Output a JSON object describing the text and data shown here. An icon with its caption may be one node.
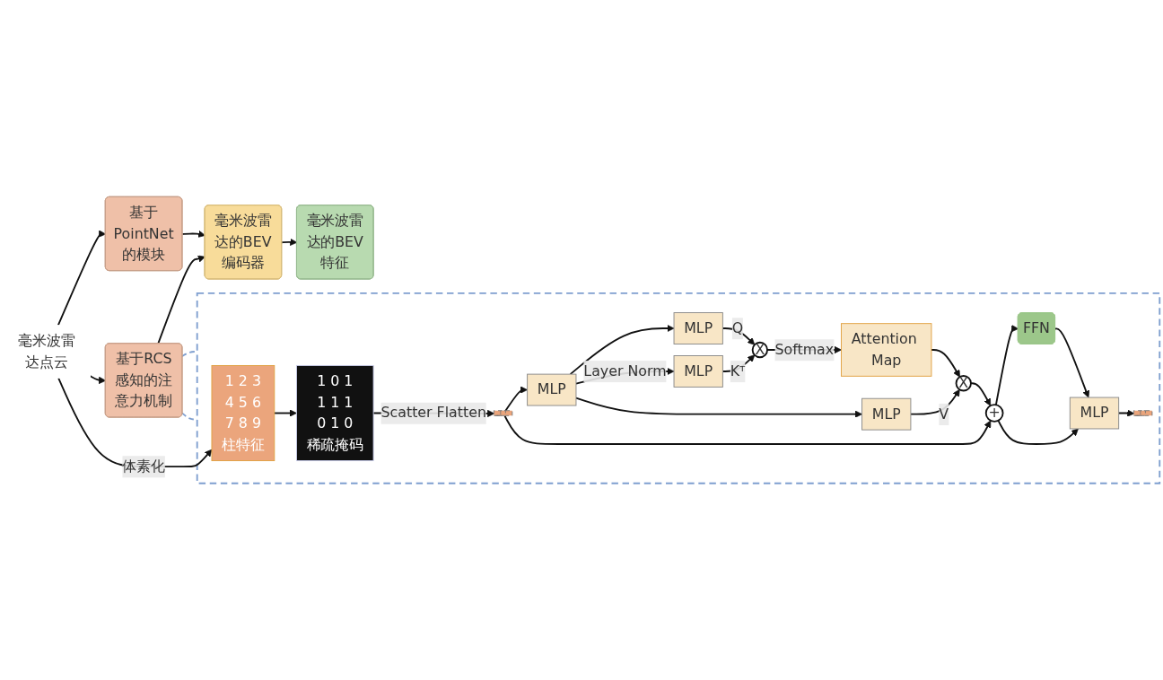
{
  "diagram": {
    "nodes": [
      {
        "text": [
          "毫米波雷达点云"
        ]
      },
      {
        "text": [
          "基于PointNet的模块"
        ]
      },
      {
        "text": [
          "基于RCS感知的注意力机制"
        ]
      },
      {
        "text": [
          "毫米波雷达的BEV编码器"
        ]
      },
      {
        "text": [
          "毫米波雷达的BEV特征"
        ]
      },
      {
        "text": [],
        "shape": "box"
      },
      {
        "text": [
          "1",
          "2",
          "3",
          "4",
          "5",
          "6",
          "7",
          "8",
          "9",
          "柱特征"
        ],
        "in": 5
      },
      {
        "text": [
          "1",
          "0",
          "1",
          "1",
          "1",
          "1",
          "0",
          "1",
          "0",
          "稀疏掩码"
        ],
        "in": 5
      },
      {
        "text": [],
        "shape": "bar",
        "in": 5
      },
      {
        "text": [
          "MLP"
        ],
        "in": 5
      },
      {
        "text": [
          "MLP"
        ],
        "in": 5
      },
      {
        "text": [
          "MLP"
        ],
        "in": 5
      },
      {
        "text": [
          "MLP"
        ],
        "in": 5
      },
      {
        "text": [
          "X"
        ],
        "in": 5
      },
      {
        "text": [
          "X"
        ],
        "in": 5
      },
      {
        "text": [
          "+"
        ],
        "in": 5
      },
      {
        "text": [
          "Attention Map"
        ],
        "in": 5
      },
      {
        "text": [
          "FFN"
        ],
        "in": 5
      },
      {
        "text": [
          "MLP"
        ],
        "in": 5
      },
      {
        "text": [],
        "shape": "bar",
        "in": 5
      }
    ],
    "edges": [
      {
        "from": 0,
        "to": 1,
        "arrow": "to"
      },
      {
        "from": 0,
        "to": 2,
        "arrow": "to"
      },
      {
        "from": 1,
        "to": 3,
        "arrow": "to"
      },
      {
        "from": 2,
        "to": 3,
        "arrow": "to"
      },
      {
        "from": 3,
        "to": 4,
        "arrow": "to"
      },
      {
        "from": 0,
        "to": 6,
        "arrow": "to",
        "label": "体素化"
      },
      {
        "from": 2,
        "to": 5,
        "arrow": "none",
        "style": "dashed",
        "color": "#7f9fcf"
      },
      {
        "from": 2,
        "to": 5,
        "arrow": "none",
        "style": "dashed",
        "color": "#7f9fcf"
      },
      {
        "from": 6,
        "to": 7,
        "arrow": "to"
      },
      {
        "from": 7,
        "to": 8,
        "arrow": "to",
        "label": "Scatter Flatten"
      },
      {
        "from": 8,
        "to": 9,
        "arrow": "to"
      },
      {
        "from": 8,
        "to": 15,
        "arrow": "to"
      },
      {
        "from": 9,
        "to": 10,
        "arrow": "to"
      },
      {
        "from": 9,
        "to": 11,
        "arrow": "to",
        "label": "Layer Norm"
      },
      {
        "from": 9,
        "to": 12,
        "arrow": "to"
      },
      {
        "from": 10,
        "to": 13,
        "arrow": "to",
        "label": "Q"
      },
      {
        "from": 11,
        "to": 13,
        "arrow": "to",
        "label": "Kᵀ"
      },
      {
        "from": 13,
        "to": 16,
        "arrow": "to",
        "label": "Softmax"
      },
      {
        "from": 16,
        "to": 14,
        "arrow": "to"
      },
      {
        "from": 12,
        "to": 14,
        "arrow": "to",
        "label": "V"
      },
      {
        "from": 14,
        "to": 15,
        "arrow": "to"
      },
      {
        "from": 15,
        "to": 17,
        "arrow": "to"
      },
      {
        "from": 15,
        "to": 18,
        "arrow": "to"
      },
      {
        "from": 17,
        "to": 18,
        "arrow": "to"
      },
      {
        "from": 18,
        "to": 19,
        "arrow": "to"
      }
    ]
  }
}
